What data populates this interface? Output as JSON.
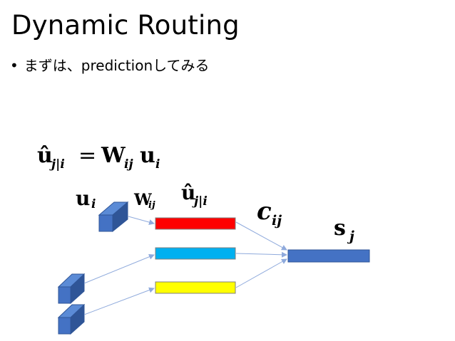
{
  "slide": {
    "title": "Dynamic Routing",
    "bullet": "まずは、predictionしてみる"
  },
  "equation": {
    "lhs": "û",
    "lhs_sub": "j|i",
    "equals": "=",
    "w": "W",
    "w_sub": "ij",
    "u": "u",
    "u_sub": "i"
  },
  "labels": {
    "u": "u",
    "u_sub": "i",
    "w": "W",
    "w_sub": "ij",
    "uhat": "û",
    "uhat_sub": "j|i",
    "c": "c",
    "c_sub": "ij",
    "s": "s",
    "s_sub": "j"
  },
  "colors": {
    "cube": "#4472C4",
    "cube_dark": "#2F5597",
    "pred_red": "#FF0000",
    "pred_blue": "#00B0F0",
    "pred_yellow": "#FFFF00",
    "output": "#4472C4",
    "arrow": "#8FAADC"
  }
}
